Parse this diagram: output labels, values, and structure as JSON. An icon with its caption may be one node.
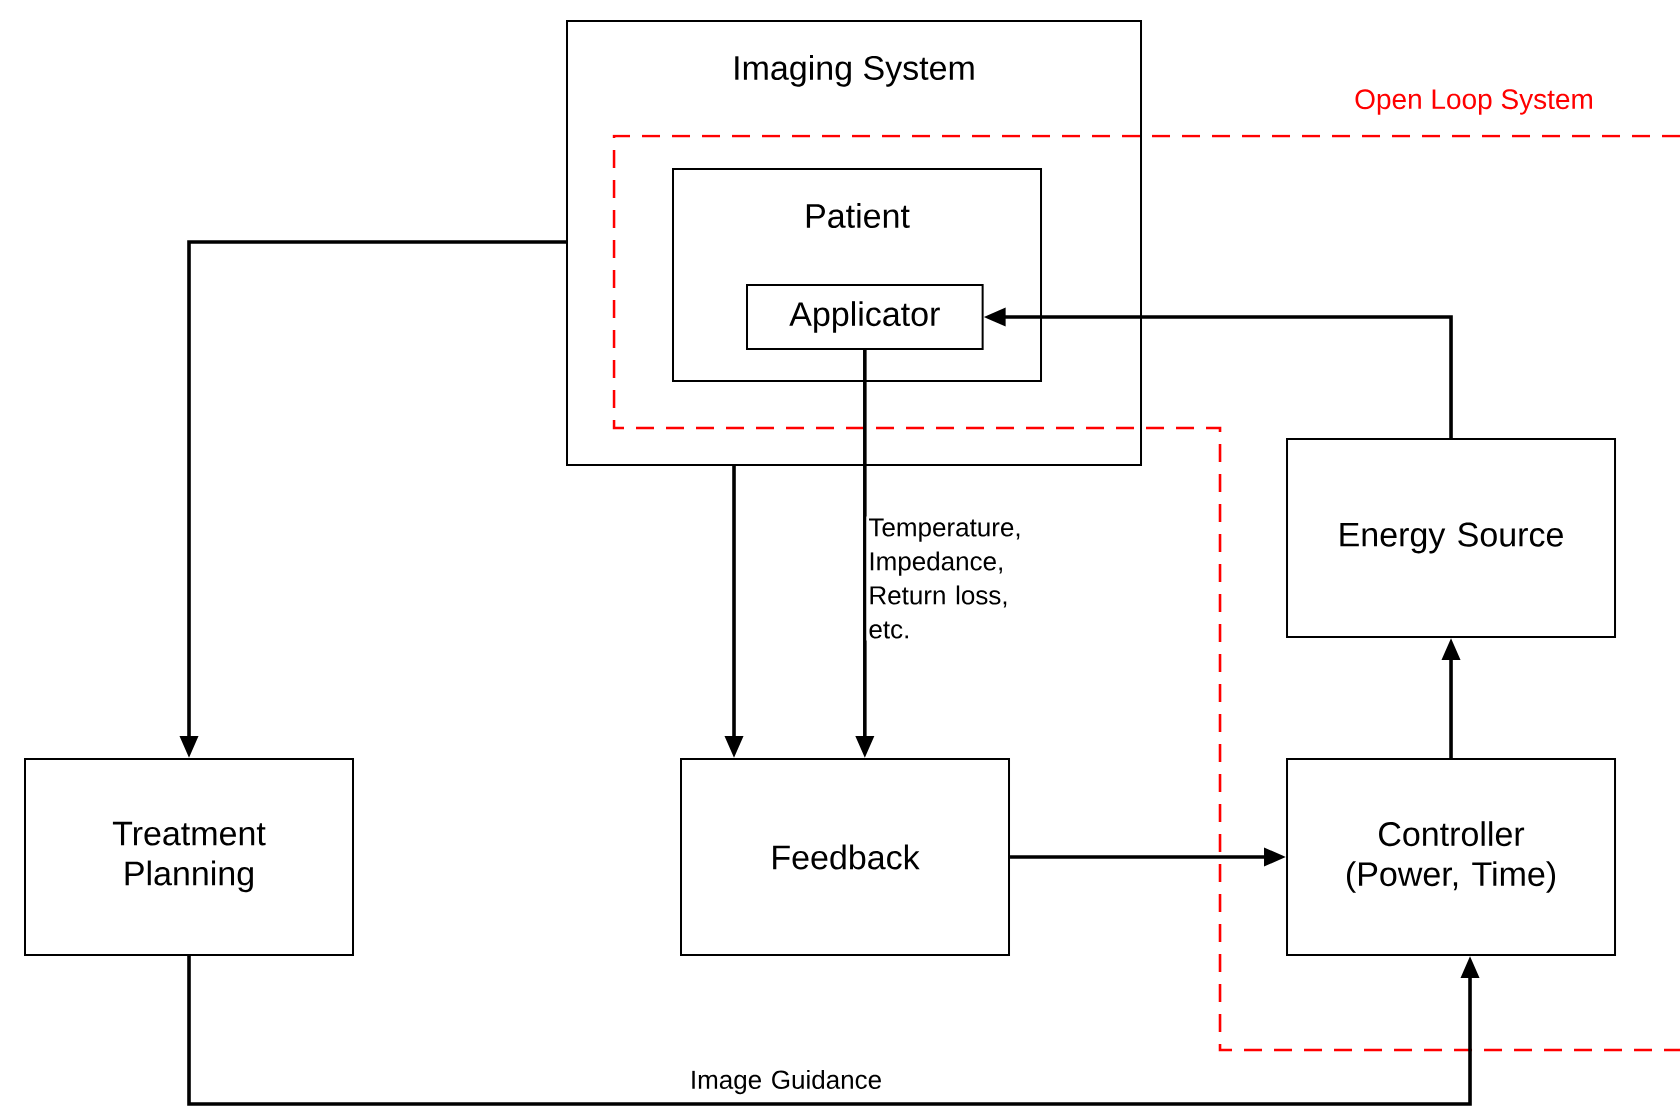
{
  "diagram": {
    "nodes": [
      {
        "text": [
          "Imaging System"
        ]
      },
      {
        "text": [
          "Patient"
        ],
        "in": 0
      },
      {
        "text": [
          "Applicator"
        ],
        "in": 1
      },
      {
        "text": [
          "Energy Source"
        ]
      },
      {
        "text": [
          "Treatment Planning"
        ]
      },
      {
        "text": [
          "Feedback"
        ]
      },
      {
        "text": [
          "Controller (Power, Time)"
        ]
      }
    ],
    "edges": [
      {
        "from": 0,
        "to": 4,
        "arrow": "to"
      },
      {
        "from": 0,
        "to": 5,
        "arrow": "to"
      },
      {
        "from": 2,
        "to": 5,
        "arrow": "to",
        "label": "Temperature, Impedance, Return loss, etc."
      },
      {
        "from": 5,
        "to": 6,
        "arrow": "to"
      },
      {
        "from": 6,
        "to": 3,
        "arrow": "to"
      },
      {
        "from": 3,
        "to": 2,
        "arrow": "to"
      },
      {
        "from": 4,
        "to": 6,
        "arrow": "to",
        "label": "Image Guidance"
      }
    ],
    "labels": [
      "Open Loop System"
    ]
  }
}
